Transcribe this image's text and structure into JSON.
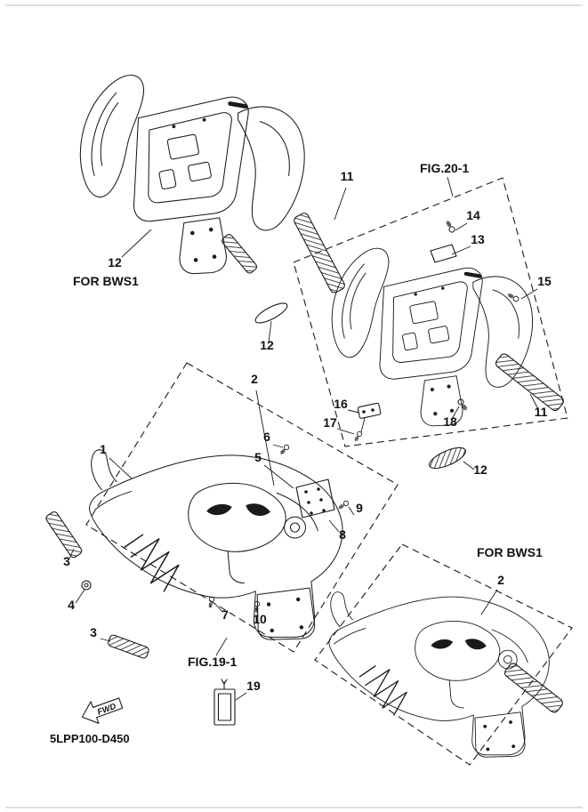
{
  "page": {
    "part_code": "5LPP100-D450",
    "fwd_label": "FWD",
    "paper_color": "#ffffff",
    "ink_color": "#1a1a1a"
  },
  "figures": {
    "bws1_top": {
      "label": "FOR BWS1"
    },
    "fig20": {
      "label": "FIG.20-1"
    },
    "fig19": {
      "label": "FIG.19-1"
    },
    "bws1_bottom": {
      "label": "FOR BWS1"
    }
  },
  "callouts": {
    "top_assembly_12": "12",
    "fig20_11_upper": "11",
    "fig20_14": "14",
    "fig20_13": "13",
    "fig20_15": "15",
    "fig20_12_left": "12",
    "fig20_16": "16",
    "fig20_17": "17",
    "fig20_18": "18",
    "fig20_11_lower": "11",
    "fig20_12_lower": "12",
    "fig19_2": "2",
    "fig19_1": "1",
    "fig19_6": "6",
    "fig19_5": "5",
    "fig19_9": "9",
    "fig19_8": "8",
    "fig19_3_upper": "3",
    "fig19_4": "4",
    "fig19_7": "7",
    "fig19_10": "10",
    "fig19_3_lower": "3",
    "item_19": "19",
    "bws1_bottom_2": "2"
  }
}
